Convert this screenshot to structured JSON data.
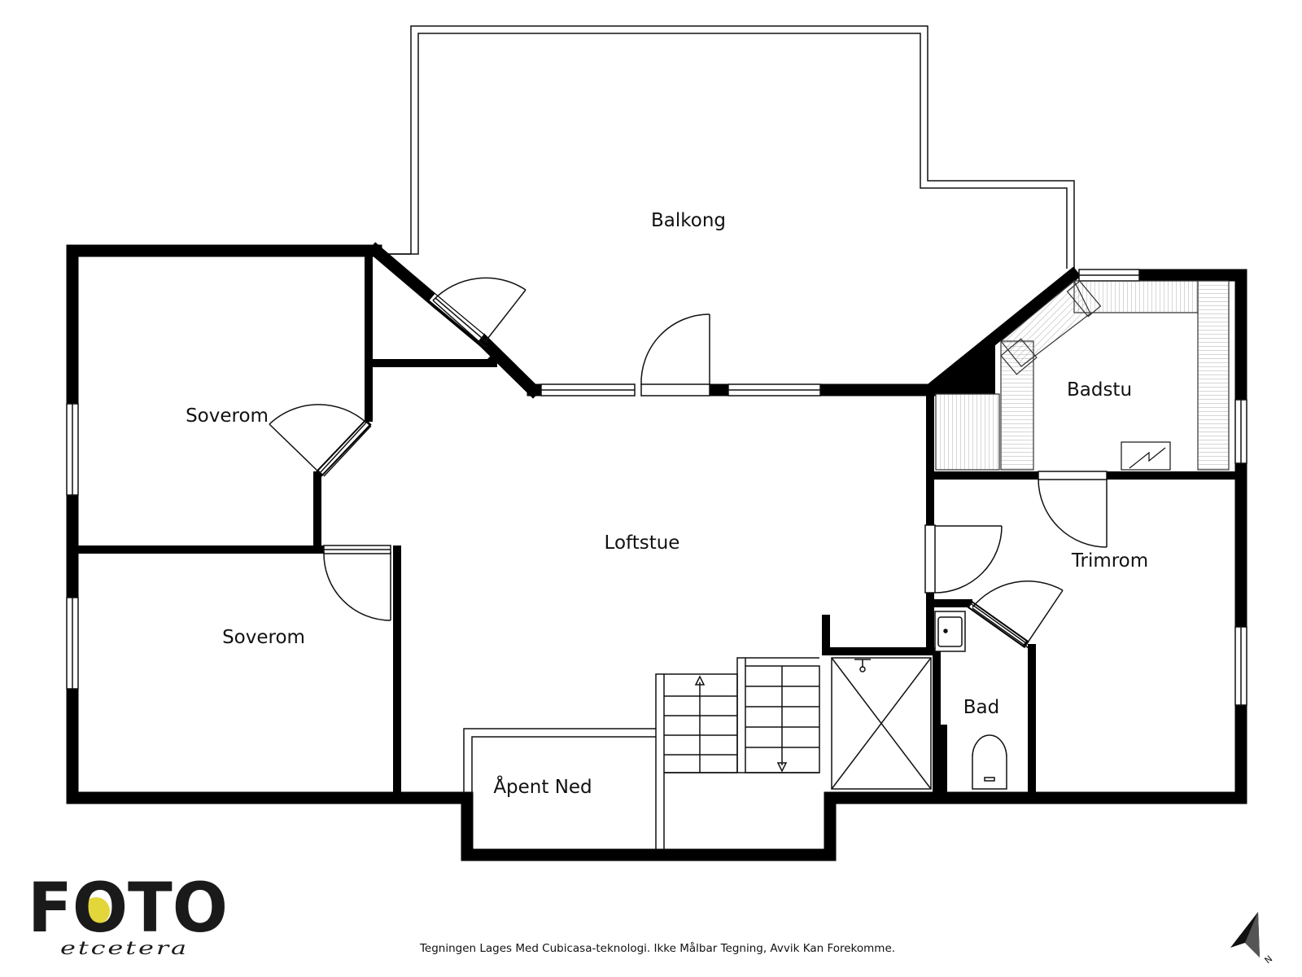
{
  "rooms": {
    "balkong": "Balkong",
    "soverom_upper": "Soverom",
    "soverom_lower": "Soverom",
    "loftstue": "Loftstue",
    "badstu": "Badstu",
    "trimrom": "Trimrom",
    "bad": "Bad",
    "apent_ned": "Åpent Ned"
  },
  "footer": {
    "disclaimer": "Tegningen Lages Med Cubicasa-teknologi. Ikke Målbar Tegning, Avvik Kan Forekomme."
  },
  "logo": {
    "word": "FOTO",
    "script": "etcetera",
    "accent_color": "#e3d63a"
  },
  "compass": {
    "label": "N"
  },
  "colors": {
    "wall": "#000000",
    "line": "#111111",
    "background": "#ffffff"
  }
}
